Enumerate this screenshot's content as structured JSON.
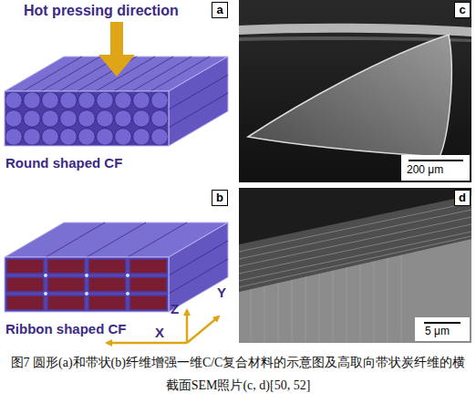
{
  "diagram": {
    "caption": "图7 圆形(a)和带状(b)纤维增强一维C/C复合材料的示意图及高取向带状炭纤维的横截面SEM照片(c, d)[50, 52]",
    "labels": [
      "Hot pressing direction",
      "a",
      "c",
      "Round shaped CF",
      "200 μm",
      "b",
      "d",
      "Ribbon shaped CF",
      "Z",
      "Y",
      "X",
      "5 μm"
    ]
  }
}
